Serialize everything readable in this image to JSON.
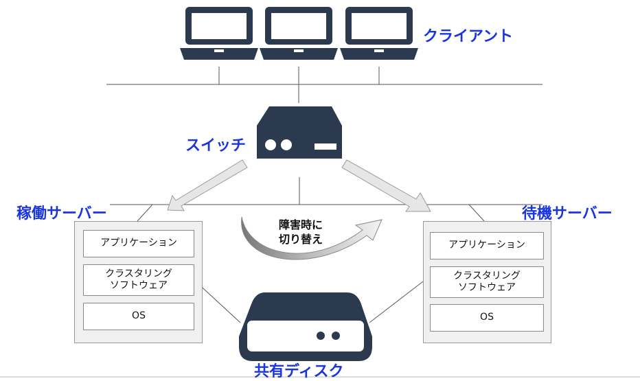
{
  "labels": {
    "clients": "クライアント",
    "switch": "スイッチ",
    "active_server": "稼働サーバー",
    "standby_server": "待機サーバー",
    "shared_disk": "共有ディスク"
  },
  "failover": {
    "line1": "障害時に",
    "line2": "切り替え"
  },
  "active_layers": {
    "app": "アプリケーション",
    "cluster1": "クラスタリング",
    "cluster2": "ソフトウェア",
    "os": "OS"
  },
  "standby_layers": {
    "app": "アプリケーション",
    "cluster1": "クラスタリング",
    "cluster2": "ソフトウェア",
    "os": "OS"
  },
  "colors": {
    "label_blue": "#1a35e0",
    "device_dark": "#2b3a4e",
    "arrow_fill": "#e6e6e6"
  }
}
